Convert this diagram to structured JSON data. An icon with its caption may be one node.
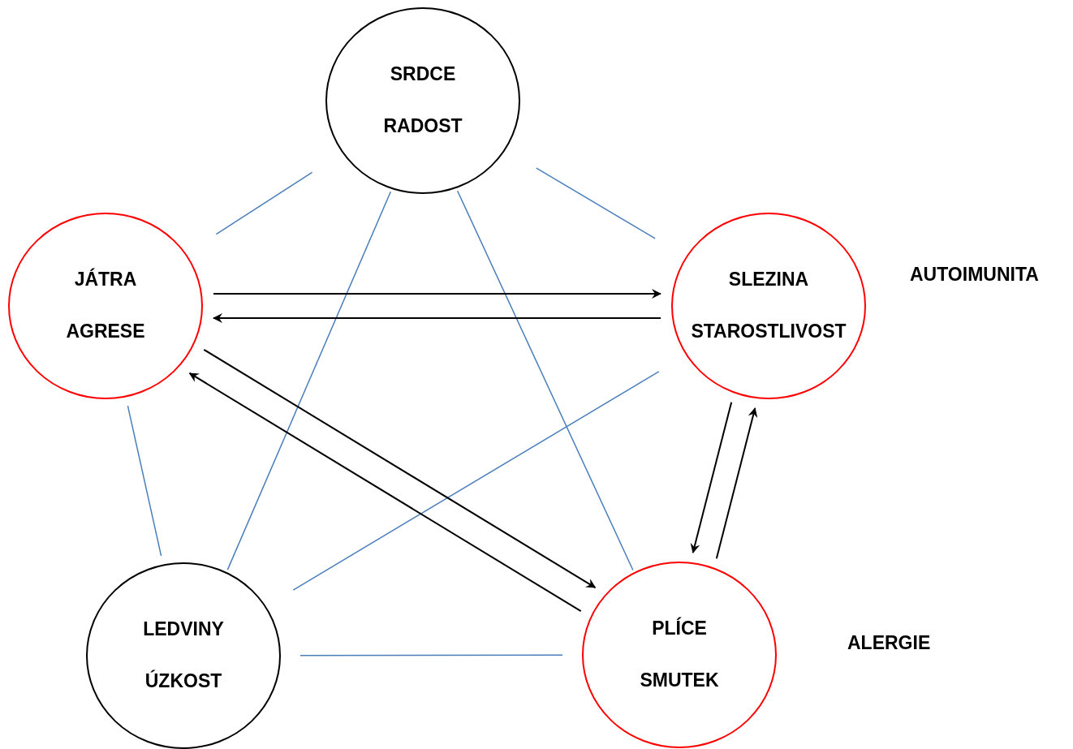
{
  "diagram": {
    "nodes": [
      {
        "text": [
          "SRDCE",
          "RADOST"
        ]
      },
      {
        "text": [
          "JÁTRA",
          "AGRESE"
        ]
      },
      {
        "text": [
          "SLEZINA",
          "STAROSTLIVOST"
        ]
      },
      {
        "text": [
          "LEDVINY",
          "ÚZKOST"
        ]
      },
      {
        "text": [
          "PLÍCE",
          "SMUTEK"
        ]
      }
    ],
    "edges": [
      {
        "from": 0,
        "to": 1,
        "arrow": "none"
      },
      {
        "from": 0,
        "to": 2,
        "arrow": "none"
      },
      {
        "from": 0,
        "to": 3,
        "arrow": "none"
      },
      {
        "from": 0,
        "to": 4,
        "arrow": "none"
      },
      {
        "from": 1,
        "to": 3,
        "arrow": "none"
      },
      {
        "from": 2,
        "to": 3,
        "arrow": "none"
      },
      {
        "from": 3,
        "to": 4,
        "arrow": "none"
      },
      {
        "from": 1,
        "to": 2,
        "arrow": "to",
        "color": "#000000"
      },
      {
        "from": 2,
        "to": 1,
        "arrow": "to",
        "color": "#000000"
      },
      {
        "from": 1,
        "to": 4,
        "arrow": "to",
        "color": "#000000"
      },
      {
        "from": 4,
        "to": 1,
        "arrow": "to",
        "color": "#000000"
      },
      {
        "from": 2,
        "to": 4,
        "arrow": "to",
        "color": "#000000"
      },
      {
        "from": 4,
        "to": 2,
        "arrow": "to",
        "color": "#000000"
      }
    ],
    "labels": [
      "AUTOIMUNITA",
      "ALERGIE"
    ]
  }
}
